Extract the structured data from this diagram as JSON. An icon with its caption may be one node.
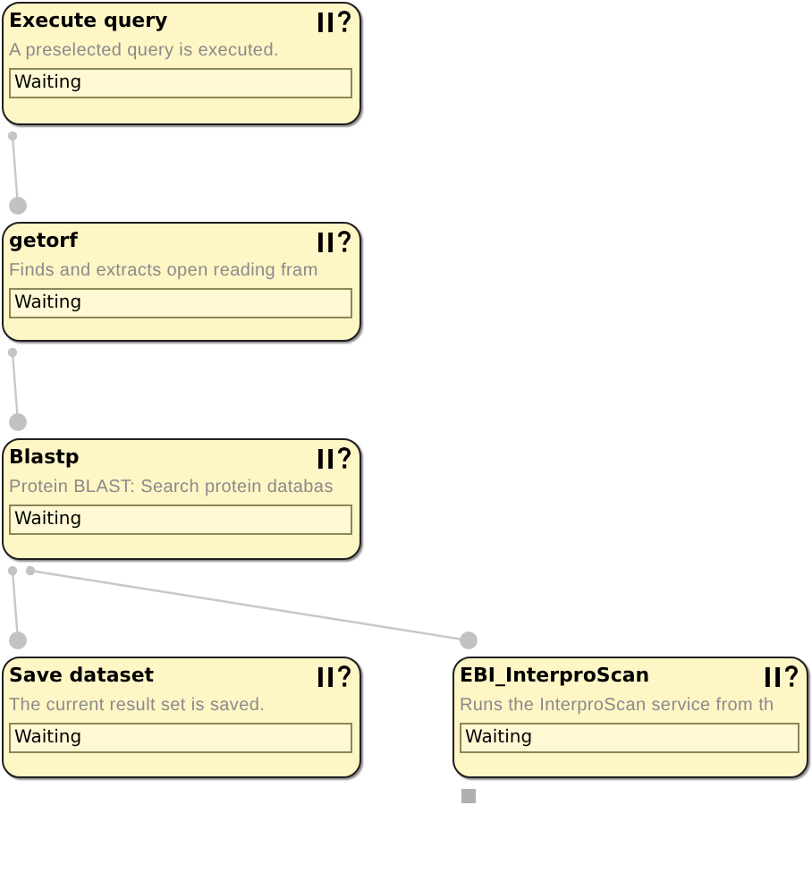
{
  "diagram": {
    "nodes": [
      {
        "text": [
          "Execute query",
          "A preselected query is executed.",
          "Waiting"
        ]
      },
      {
        "text": [
          "getorf",
          "Finds and extracts open reading fram",
          "Waiting"
        ]
      },
      {
        "text": [
          "Blastp",
          "Protein BLAST: Search protein databas",
          "Waiting"
        ]
      },
      {
        "text": [
          "Save dataset",
          "The current result set is saved.",
          "Waiting"
        ]
      },
      {
        "text": [
          "EBI_InterproScan",
          "Runs the InterproScan service from th",
          "Waiting"
        ]
      }
    ],
    "edges": [
      {
        "from": 0,
        "to": 1,
        "arrow": "other"
      },
      {
        "from": 1,
        "to": 2,
        "arrow": "other"
      },
      {
        "from": 2,
        "to": 3,
        "arrow": "other"
      },
      {
        "from": 2,
        "to": 4,
        "arrow": "other"
      }
    ]
  }
}
